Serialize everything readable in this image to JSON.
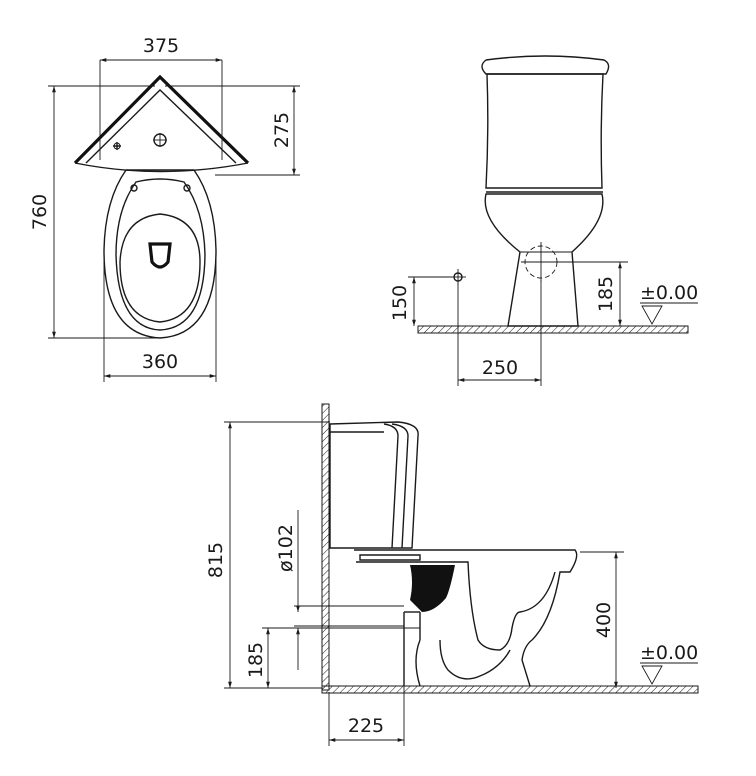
{
  "top_view": {
    "width_tank": "375",
    "depth_tank": "275",
    "overall_length": "760",
    "bowl_width": "360"
  },
  "front_view": {
    "inlet_height": "150",
    "outlet_height": "185",
    "inlet_offset": "250",
    "floor_level": "±0.00"
  },
  "side_view": {
    "overall_height": "815",
    "outlet_diameter": "ø102",
    "outlet_height": "185",
    "seat_height": "400",
    "outlet_distance": "225",
    "floor_level": "±0.00"
  }
}
